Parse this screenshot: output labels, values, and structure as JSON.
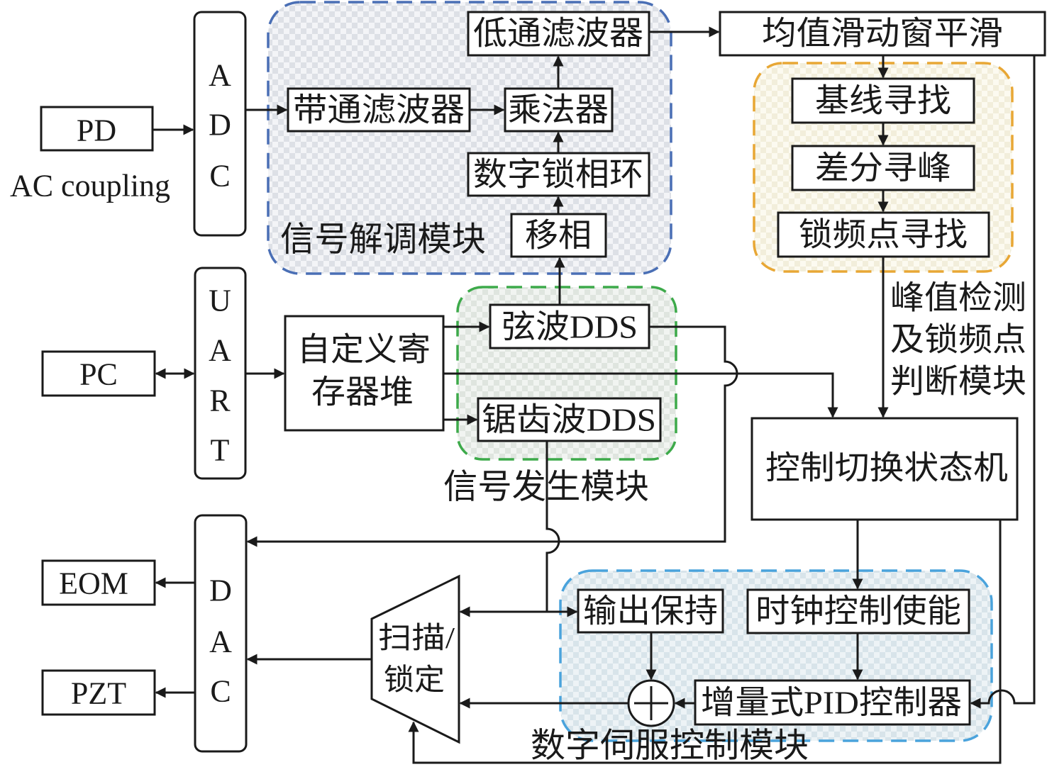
{
  "endpoints": {
    "pd": "PD",
    "ac_coupling": "AC coupling",
    "pc": "PC",
    "eom": "EOM",
    "pzt": "PZT"
  },
  "interfaces": {
    "adc": [
      "A",
      "D",
      "C"
    ],
    "uart": [
      "U",
      "A",
      "R",
      "T"
    ],
    "dac": [
      "D",
      "A",
      "C"
    ]
  },
  "modules": {
    "demod": {
      "label": "信号解调模块",
      "color": "#4a6fb5",
      "blocks": {
        "lowpass": "低通滤波器",
        "bandpass": "带通滤波器",
        "multiplier": "乘法器",
        "dpll": "数字锁相环",
        "phase_shift": "移相"
      }
    },
    "peak": {
      "label": [
        "峰值检测",
        "及锁频点",
        "判断模块"
      ],
      "color": "#e8a735",
      "blocks": {
        "baseline": "基线寻找",
        "diff_peak": "差分寻峰",
        "lock_point": "锁频点寻找"
      }
    },
    "siggen": {
      "label": "信号发生模块",
      "color": "#3daa4a",
      "blocks": {
        "sine_dds": "弦波DDS",
        "sawtooth_dds": "锯齿波DDS"
      }
    },
    "servo": {
      "label": "数字伺服控制模块",
      "color": "#4aa3dc",
      "blocks": {
        "hold": "输出保持",
        "clock_enable": "时钟控制使能",
        "pid": "增量式PID控制器"
      }
    }
  },
  "smoothing": "均值滑动窗平滑",
  "register_file": [
    "自定义寄",
    "存器堆"
  ],
  "state_machine": "控制切换状态机",
  "mux": [
    "扫描/",
    "锁定"
  ]
}
